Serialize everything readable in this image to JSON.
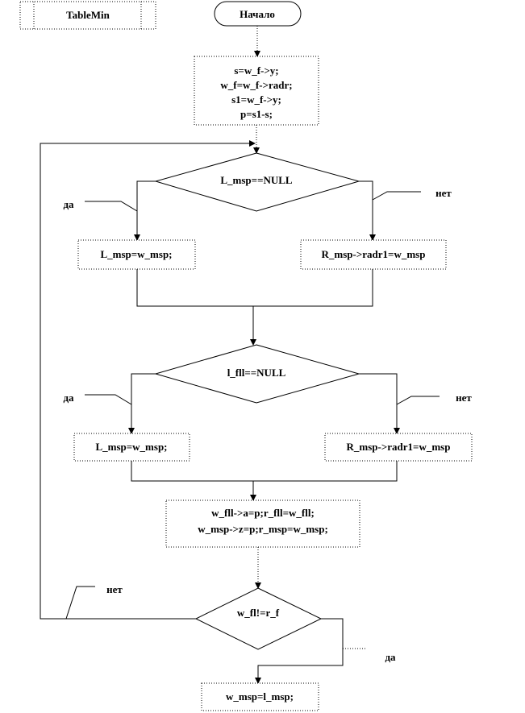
{
  "subroutine": "TableMin",
  "start": "Начало",
  "init": [
    "s=w_f->y;",
    "w_f=w_f->radr;",
    "s1=w_f->y;",
    "p=s1-s;"
  ],
  "decision1": {
    "cond": "L_msp==NULL",
    "yes": "да",
    "no": "нет",
    "yes_action": "L_msp=w_msp;",
    "no_action": "R_msp->radr1=w_msp"
  },
  "decision2": {
    "cond": "l_fll==NULL",
    "yes": "да",
    "no": "нет",
    "yes_action": "L_msp=w_msp;",
    "no_action": "R_msp->radr1=w_msp"
  },
  "assign": [
    "w_fll->a=p;r_fll=w_fll;",
    "w_msp->z=p;r_msp=w_msp;"
  ],
  "decision3": {
    "cond": "w_fl!=r_f",
    "no": "нет",
    "yes": "да"
  },
  "final": "w_msp=l_msp;"
}
